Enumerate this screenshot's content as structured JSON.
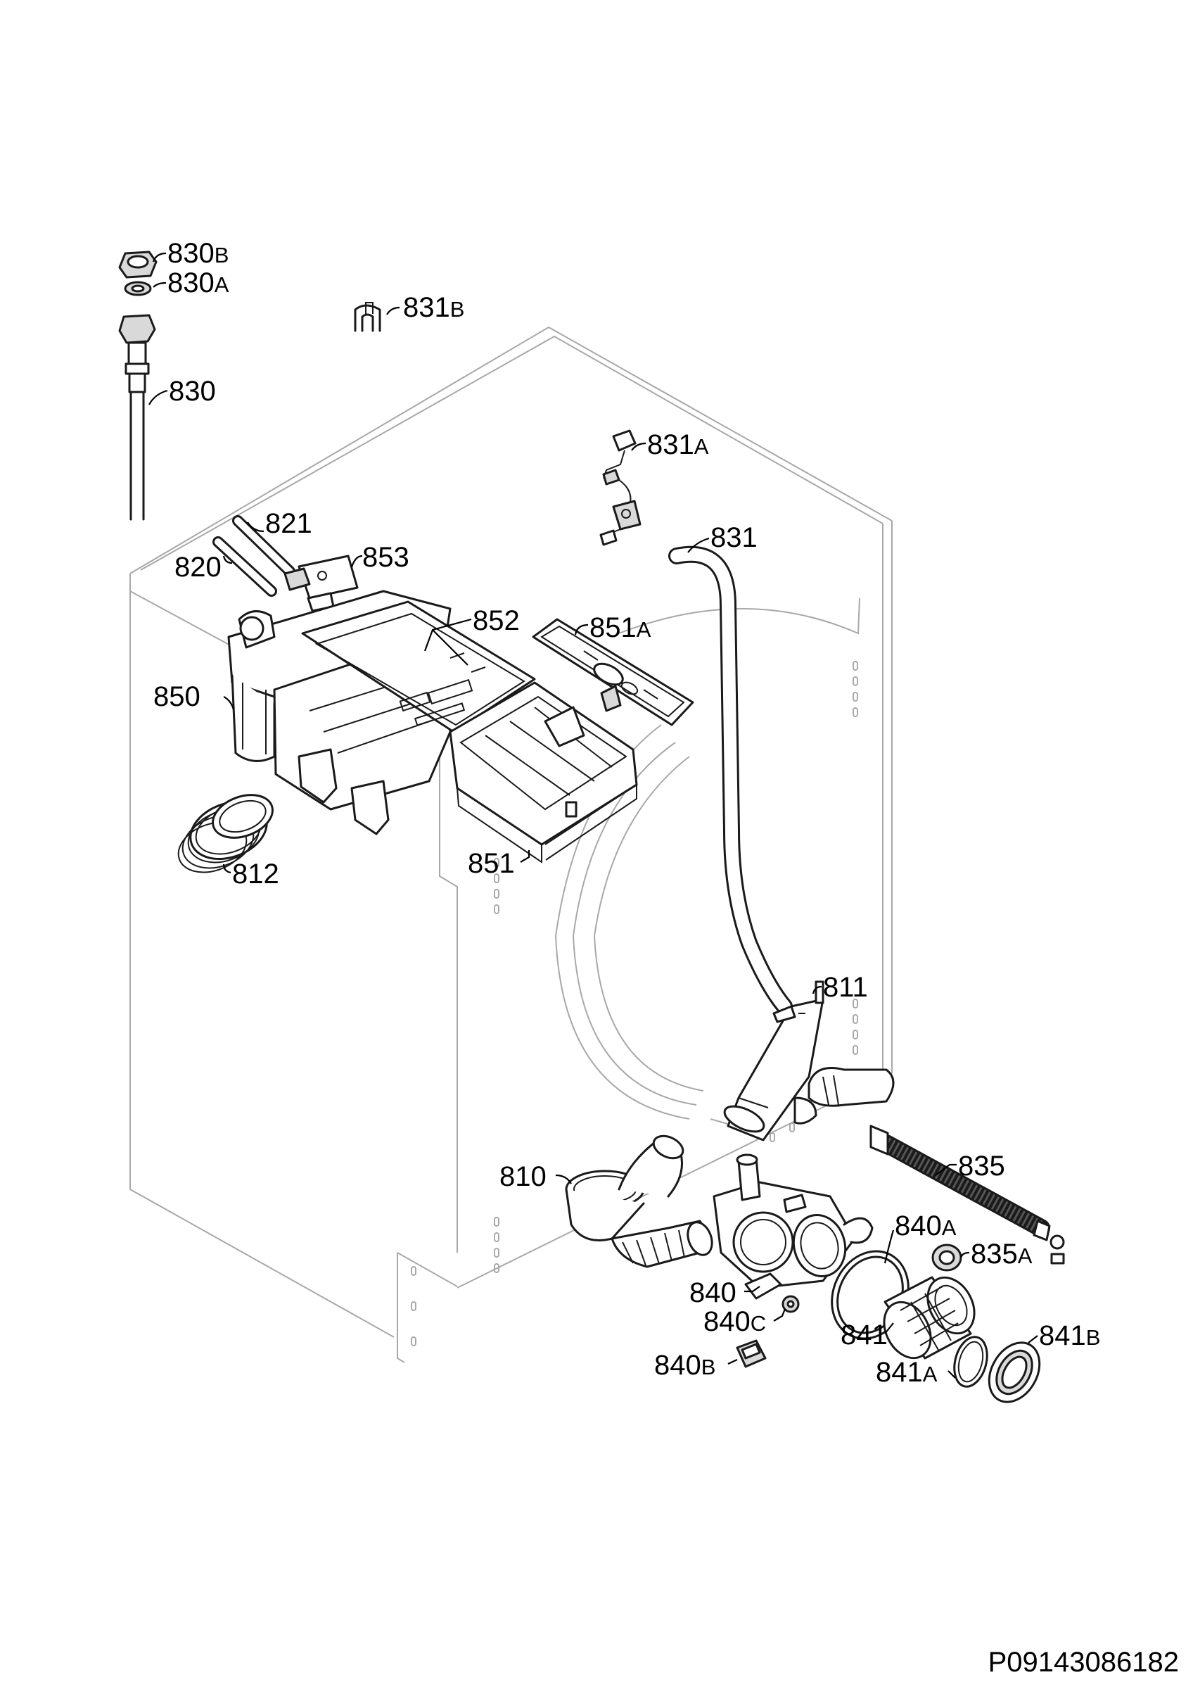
{
  "callouts": [
    {
      "id": "830B",
      "text": "830",
      "suffix": "B"
    },
    {
      "id": "830A",
      "text": "830",
      "suffix": "A"
    },
    {
      "id": "831B",
      "text": "831",
      "suffix": "B"
    },
    {
      "id": "830",
      "text": "830",
      "suffix": ""
    },
    {
      "id": "831A",
      "text": "831",
      "suffix": "A"
    },
    {
      "id": "821",
      "text": "821",
      "suffix": ""
    },
    {
      "id": "831",
      "text": "831",
      "suffix": ""
    },
    {
      "id": "820",
      "text": "820",
      "suffix": ""
    },
    {
      "id": "853",
      "text": "853",
      "suffix": ""
    },
    {
      "id": "852",
      "text": "852",
      "suffix": ""
    },
    {
      "id": "851A",
      "text": "851",
      "suffix": "A"
    },
    {
      "id": "850",
      "text": "850",
      "suffix": ""
    },
    {
      "id": "812",
      "text": "812",
      "suffix": ""
    },
    {
      "id": "851",
      "text": "851",
      "suffix": ""
    },
    {
      "id": "811",
      "text": "811",
      "suffix": ""
    },
    {
      "id": "810",
      "text": "810",
      "suffix": ""
    },
    {
      "id": "835",
      "text": "835",
      "suffix": ""
    },
    {
      "id": "840A",
      "text": "840",
      "suffix": "A"
    },
    {
      "id": "835A",
      "text": "835",
      "suffix": "A"
    },
    {
      "id": "840",
      "text": "840",
      "suffix": ""
    },
    {
      "id": "840C",
      "text": "840",
      "suffix": "C"
    },
    {
      "id": "841",
      "text": "841",
      "suffix": ""
    },
    {
      "id": "841B",
      "text": "841",
      "suffix": "B"
    },
    {
      "id": "840B",
      "text": "840",
      "suffix": "B"
    },
    {
      "id": "841A",
      "text": "841",
      "suffix": "A"
    }
  ],
  "footer_code": "P09143086182"
}
